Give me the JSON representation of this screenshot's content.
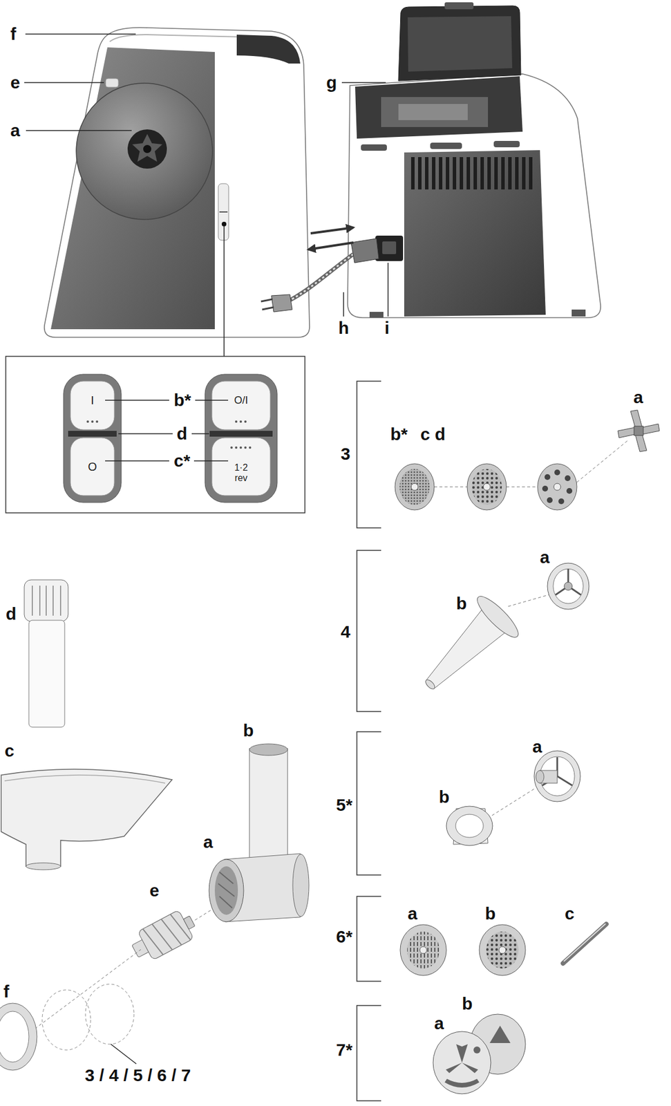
{
  "diagram": {
    "nodes": [
      {
        "text": [
          "I"
        ]
      },
      {
        "text": [
          "O"
        ]
      },
      {
        "text": [
          "O/I"
        ]
      },
      {
        "text": [
          "1·2 rev"
        ]
      }
    ],
    "labels": [
      "f",
      "e",
      "a",
      "g",
      "h",
      "i",
      "b*",
      "d",
      "c*",
      "3",
      "b*",
      "c",
      "d",
      "a",
      "4",
      "a",
      "b",
      "5*",
      "a",
      "b",
      "6*",
      "a",
      "b",
      "c",
      "7*",
      "a",
      "b",
      "d",
      "c",
      "b",
      "a",
      "e",
      "f",
      "3 / 4 / 5 / 6 / 7"
    ]
  }
}
